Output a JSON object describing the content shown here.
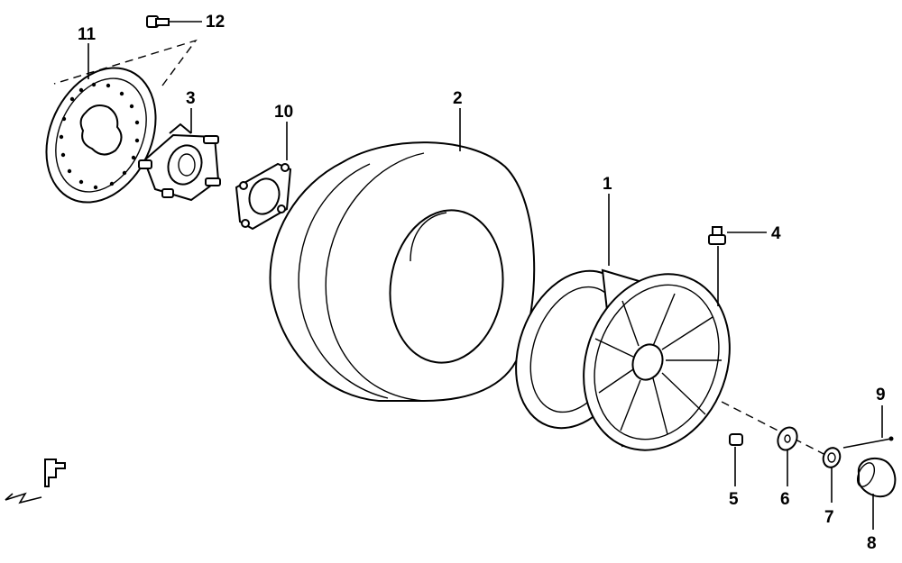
{
  "diagram": {
    "callouts": [
      {
        "id": "1",
        "label": "1"
      },
      {
        "id": "2",
        "label": "2"
      },
      {
        "id": "3",
        "label": "3"
      },
      {
        "id": "4",
        "label": "4"
      },
      {
        "id": "5",
        "label": "5"
      },
      {
        "id": "6",
        "label": "6"
      },
      {
        "id": "7",
        "label": "7"
      },
      {
        "id": "8",
        "label": "8"
      },
      {
        "id": "9",
        "label": "9"
      },
      {
        "id": "10",
        "label": "10"
      },
      {
        "id": "11",
        "label": "11"
      },
      {
        "id": "12",
        "label": "12"
      }
    ]
  },
  "icons": {
    "front_marker": "front-direction-arrow-icon",
    "parts": [
      "wheel-rim-icon",
      "tire-icon",
      "wheel-hub-icon",
      "valve-stem-icon",
      "lug-nut-icon",
      "washer-icon",
      "castle-nut-icon",
      "hub-cap-icon",
      "cotter-pin-icon",
      "hub-plate-icon",
      "brake-disc-icon",
      "disc-bolt-icon"
    ]
  },
  "colors": {
    "ink": "#000000",
    "paper": "#ffffff",
    "tire_shade": "#d9d9d9"
  }
}
